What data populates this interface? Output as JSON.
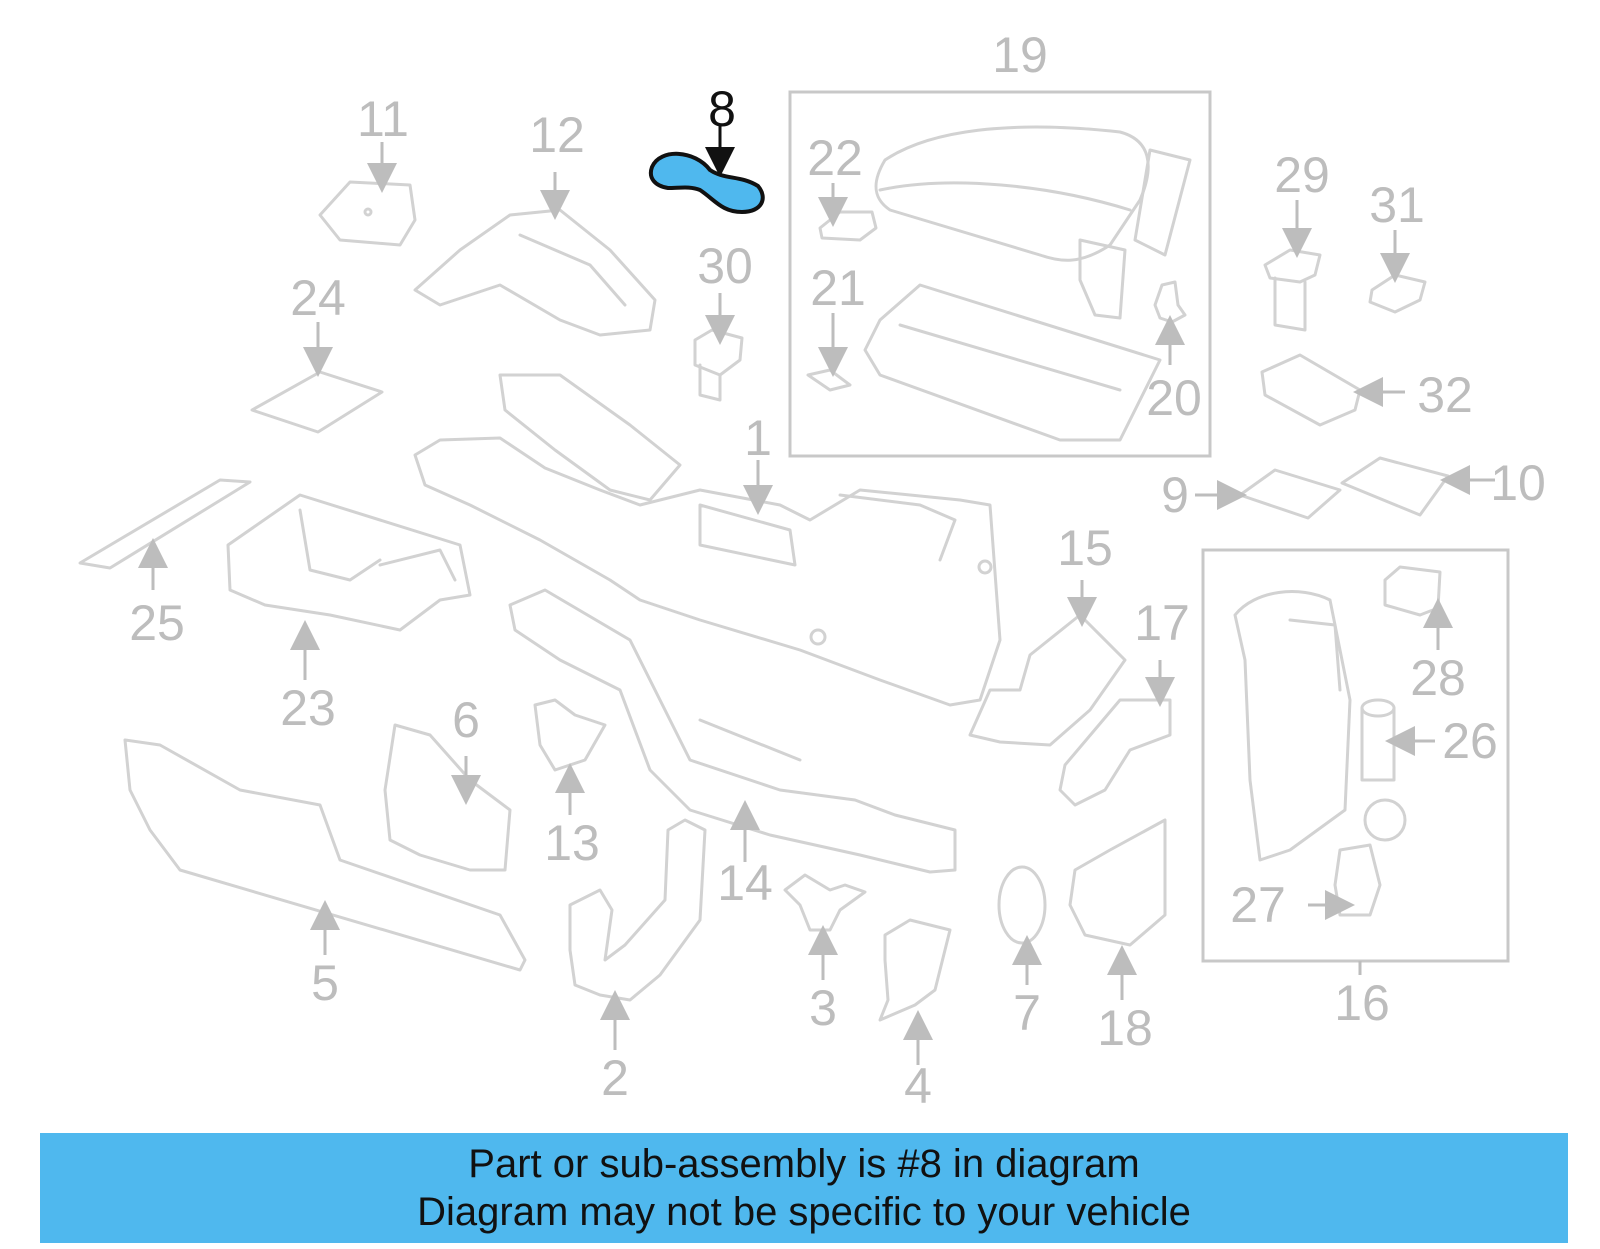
{
  "diagram": {
    "highlighted_part": "8",
    "highlight_color": "#4fb8ee",
    "callouts": {
      "p1": "1",
      "p2": "2",
      "p3": "3",
      "p4": "4",
      "p5": "5",
      "p6": "6",
      "p7": "7",
      "p8": "8",
      "p9": "9",
      "p10": "10",
      "p11": "11",
      "p12": "12",
      "p13": "13",
      "p14": "14",
      "p15": "15",
      "p16": "16",
      "p17": "17",
      "p18": "18",
      "p19": "19",
      "p20": "20",
      "p21": "21",
      "p22": "22",
      "p23": "23",
      "p24": "24",
      "p25": "25",
      "p26": "26",
      "p27": "27",
      "p28": "28",
      "p29": "29",
      "p30": "30",
      "p31": "31",
      "p32": "32"
    }
  },
  "banner": {
    "line1": "Part or sub-assembly is #8 in diagram",
    "line2": "Diagram may not be specific to your vehicle",
    "background": "#4fb8ee"
  }
}
